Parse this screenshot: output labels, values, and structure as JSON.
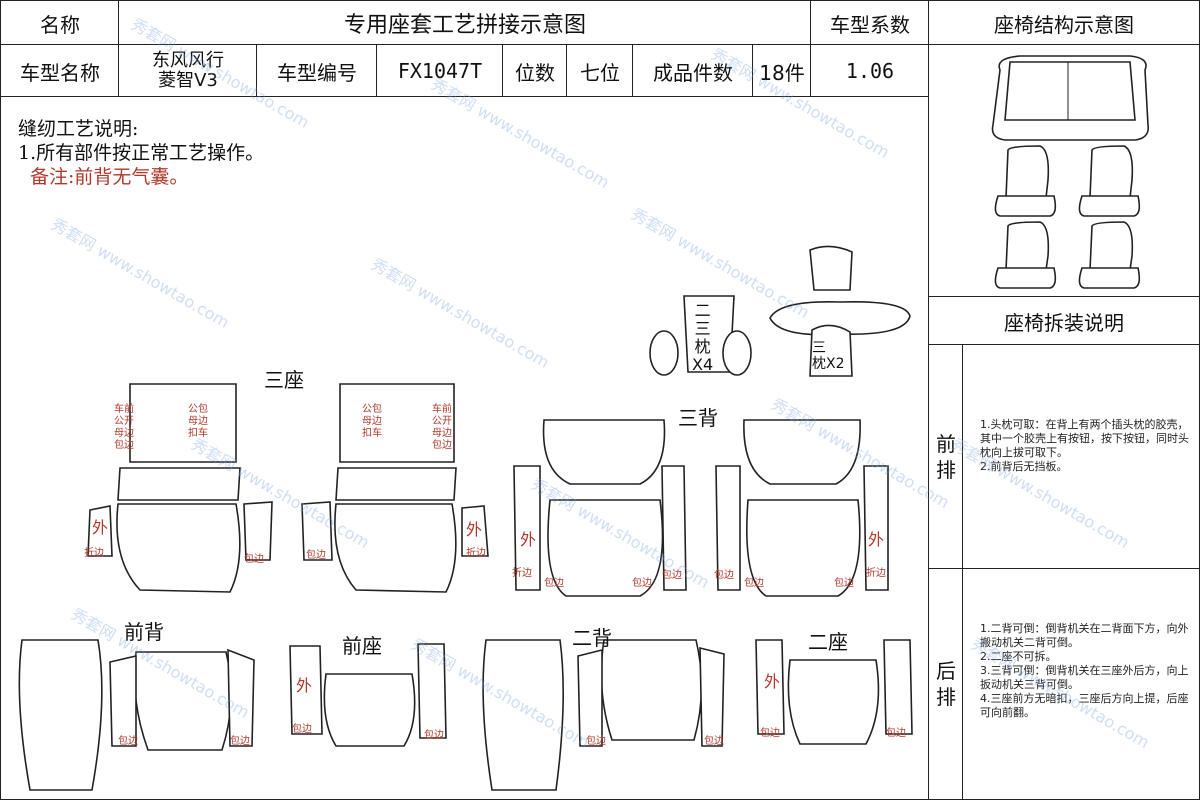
{
  "header": {
    "name_label": "名称",
    "title": "专用座套工艺拼接示意图",
    "coef_label": "车型系数",
    "diagram_label": "座椅结构示意图"
  },
  "info": {
    "model_name_label": "车型名称",
    "model_name": "东风风行\n菱智V3",
    "model_code_label": "车型编号",
    "model_code": "FX1047T",
    "seats_label": "位数",
    "seats": "七位",
    "pieces_label": "成品件数",
    "pieces": "18件",
    "coef": "1.06"
  },
  "instructions": {
    "heading": "缝纫工艺说明:",
    "line1": "1.所有部件按正常工艺操作。",
    "remark": "备注:前背无气囊。"
  },
  "labels": {
    "third_seat": "三座",
    "third_back": "三背",
    "front_back": "前背",
    "front_seat": "前座",
    "second_back": "二背",
    "second_seat": "二座",
    "headrest_23": "二\n三\n枕\nX4",
    "headrest_3": "三\n枕X2",
    "outer": "外",
    "wrap_edge": "包边",
    "fold_edge": "折边",
    "car_front_left": "车前\n公开\n母边\n包边",
    "male_female_buckle": "公包\n母边\n扣车",
    "car_front_right": "车前\n公开\n母边\n包边"
  },
  "side_panel": {
    "disassembly_title": "座椅拆装说明",
    "front_row_label": "前\n排",
    "front_row_notes": "1.头枕可取：在背上有两个插头枕的胶壳，其中一个胶壳上有按钮，按下按钮，同时头枕向上拔可取下。\n2.前背后无挡板。",
    "rear_row_label": "后\n排",
    "rear_row_notes": "1.二背可倒：倒背机关在二背面下方，向外搬动机关二背可倒。\n2.二座不可拆。\n3.三背可倒：倒背机关在三座外后方，向上扳动机关三背可倒。\n4.三座前方无暗扣，三座后方向上提，后座可向前翻。"
  },
  "watermark": "秀套网 www.showtao.com"
}
